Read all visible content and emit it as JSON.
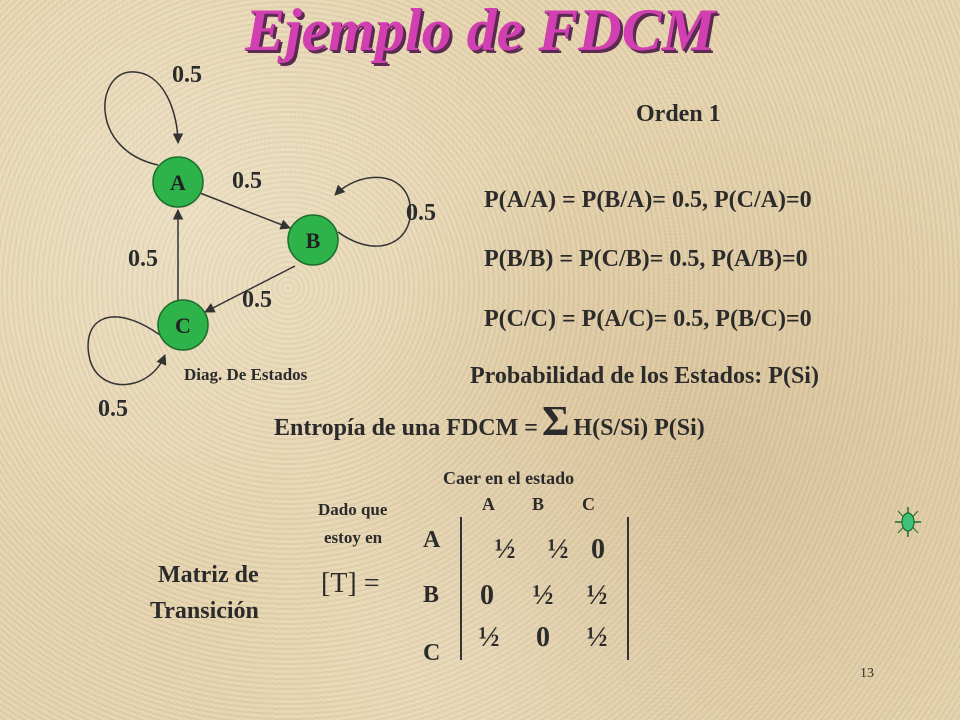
{
  "slide": {
    "title": "Ejemplo de FDCM",
    "order": "Orden 1",
    "prob_lines": [
      "P(A/A) = P(B/A)= 0.5,  P(C/A)=0",
      "P(B/B) = P(C/B)= 0.5,  P(A/B)=0",
      "P(C/C) = P(A/C)= 0.5,  P(B/C)=0"
    ],
    "state_prob": "Probabilidad de los Estados: P(Si)",
    "entropy": {
      "prefix": "Entropía de una FDCM =",
      "sigma": "Σ",
      "suffix": "H(S/Si) P(Si)"
    },
    "diagram_caption": "Diag. De Estados",
    "page_number": "13"
  },
  "diagram": {
    "nodes": [
      {
        "id": "A",
        "label": "A"
      },
      {
        "id": "B",
        "label": "B"
      },
      {
        "id": "C",
        "label": "C"
      }
    ],
    "edge_labels": {
      "a_loop": "0.5",
      "a_to_b": "0.5",
      "b_loop": "0.5",
      "c_to_a": "0.5",
      "b_to_c": "0.5",
      "c_loop": "0.5"
    },
    "node_color": "#2db34a"
  },
  "matrix": {
    "section_label_line1": "Matriz de",
    "section_label_line2": "Transición",
    "given_line1": "Dado que",
    "given_line2": "estoy en",
    "fall_into": "Caer en el estado",
    "symbol": "[T] =",
    "col_headers": [
      "A",
      "B",
      "C"
    ],
    "row_headers": [
      "A",
      "B",
      "C"
    ],
    "rows": [
      [
        "½",
        "½",
        "0"
      ],
      [
        "0",
        "½",
        "½"
      ],
      [
        "½",
        "0",
        "½"
      ]
    ]
  }
}
